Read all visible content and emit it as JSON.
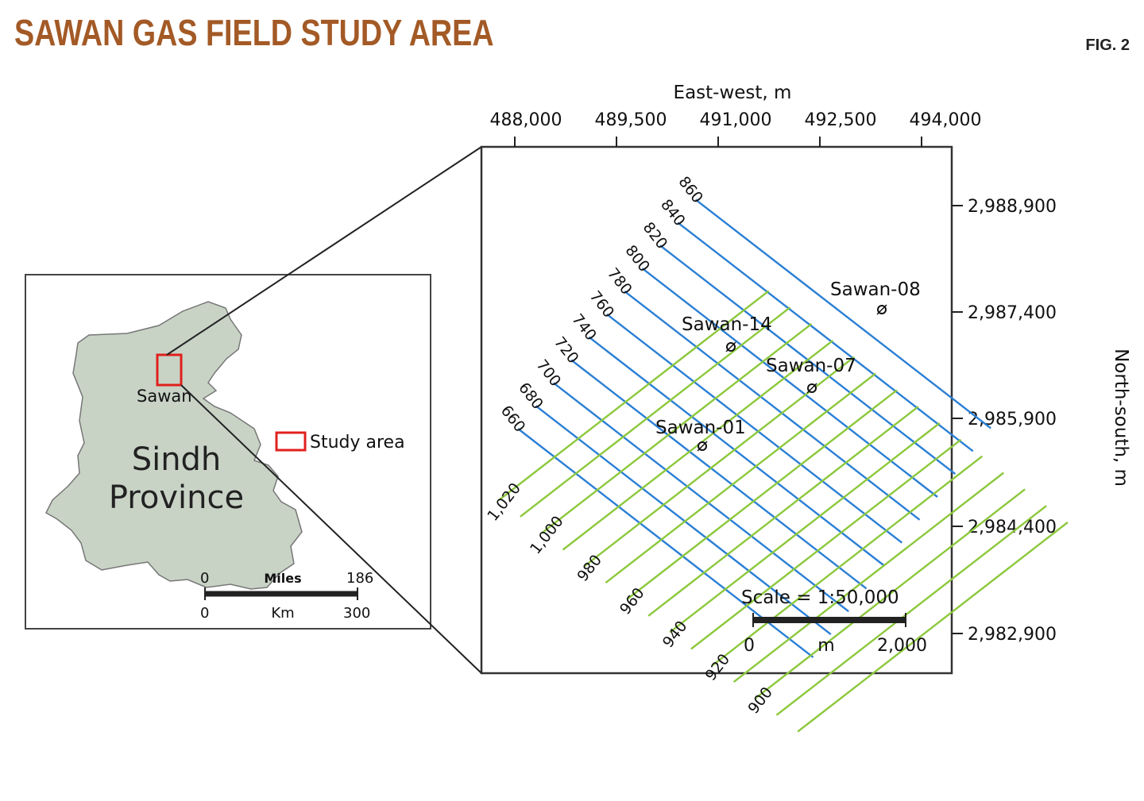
{
  "header": {
    "title": "SAWAN GAS FIELD STUDY AREA",
    "fig_label": "FIG. 2"
  },
  "inset": {
    "province_label_1": "Sindh",
    "province_label_2": "Province",
    "site_label": "Sawan",
    "legend_label": "Study area",
    "scale_top_start": "0",
    "scale_top_unit": "Miles",
    "scale_top_end": "186",
    "scale_bottom_start": "0",
    "scale_bottom_unit": "Km",
    "scale_bottom_end": "300",
    "colors": {
      "province_fill": "#c8d3c6",
      "study_area": "#e0201c"
    }
  },
  "map": {
    "x_axis_title": "East-west, m",
    "y_axis_title": "North-south, m",
    "x_ticks": [
      "488,000",
      "489,500",
      "491,000",
      "492,500",
      "494,000"
    ],
    "y_ticks": [
      "2,988,900",
      "2,987,400",
      "2,985,900",
      "2,984,400",
      "2,982,900"
    ],
    "upper_line_labels": [
      "860",
      "840",
      "820",
      "800",
      "780",
      "760",
      "740",
      "720",
      "700",
      "680",
      "660"
    ],
    "lower_line_labels": [
      "1,020",
      "1,000",
      "980",
      "960",
      "940",
      "920",
      "900"
    ],
    "wells": [
      "Sawan-08",
      "Sawan-14",
      "Sawan-07",
      "Sawan-01"
    ],
    "scale_title": "Scale = 1:50,000",
    "scale_start": "0",
    "scale_unit": "m",
    "scale_end": "2,000",
    "colors": {
      "inline": "#2a7fd4",
      "crossline": "#8cc83c"
    }
  }
}
